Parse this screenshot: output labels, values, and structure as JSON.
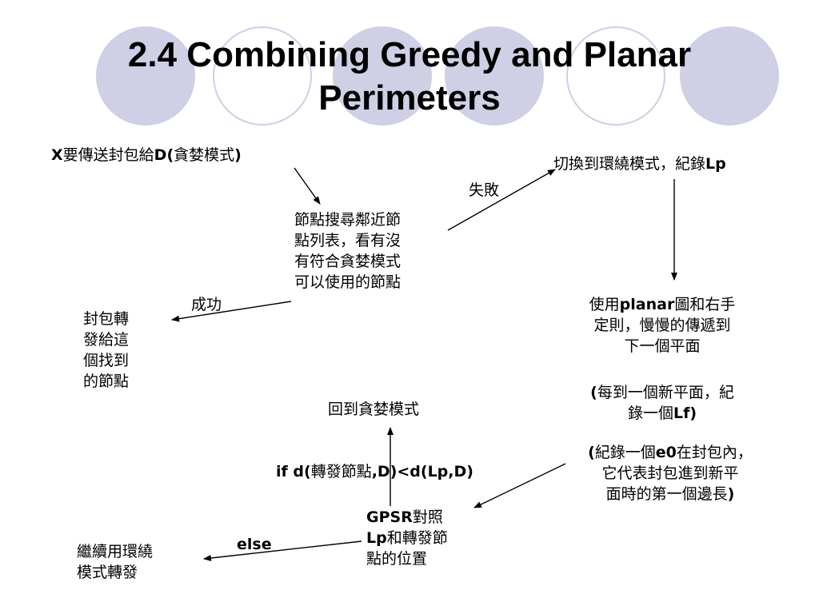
{
  "title": {
    "line1": "2.4 Combining Greedy and Planar",
    "line2": "Perimeters"
  },
  "nodes": {
    "start": {
      "p1": "X",
      "p2": "要傳送封包給",
      "p3": "D(",
      "p4": "貪婪模式",
      "p5": ")"
    },
    "search": {
      "line1": "節點搜尋鄰近節",
      "line2": "點列表，看有沒",
      "line3": "有符合貪婪模式",
      "line4": "可以使用的節點"
    },
    "forward": {
      "line1": "封包轉",
      "line2": "發給這",
      "line3": "個找到",
      "line4": "的節點"
    },
    "switch": {
      "p1": "切換到環繞模式，紀錄",
      "p2": "Lp"
    },
    "planar": {
      "p1": "使用",
      "p2": "planar",
      "p3": "圖和右手",
      "line2": "定則，慢慢的傳遞到",
      "line3": "下一個平面"
    },
    "record_lf": {
      "p1": "(",
      "p2": "每到一個新平面，紀",
      "p3": "錄一個",
      "p4": "Lf)"
    },
    "record_e0": {
      "p1": "(",
      "p2": "紀錄一個",
      "p3": "e0",
      "p4": "在封包內，",
      "line2": "它代表封包進到新平",
      "p5": "面時的第一個邊長",
      "p6": ")"
    },
    "back_greedy": {
      "text": "回到貪婪模式"
    },
    "condition": {
      "p1": "if  d(",
      "p2": "轉發節點",
      "p3": ",D)<d(Lp,D)"
    },
    "gpsr": {
      "p1": "GPSR",
      "p2": "對照",
      "p3": "Lp",
      "p4": "和轉發節",
      "line3": "點的位置"
    },
    "continue": {
      "line1": "繼續用環繞",
      "line2": "模式轉發"
    }
  },
  "edge_labels": {
    "fail": "失敗",
    "success": "成功",
    "else": "else"
  },
  "colors": {
    "circle_fill": "#cfcfe6",
    "circle_stroke": "#cfcfe6",
    "text": "#000000",
    "arrow": "#000000"
  }
}
